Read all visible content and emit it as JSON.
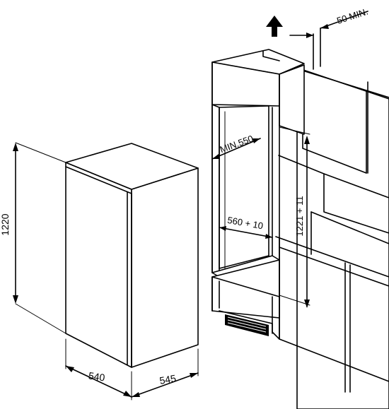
{
  "dimensions": {
    "fridge_height": "1220",
    "fridge_width": "540",
    "fridge_depth": "545",
    "niche_min_depth": "MIN.550",
    "niche_width": "560 + 10",
    "niche_height": "1221 + 11",
    "vent_gap": "50  MIN."
  },
  "icons": {
    "airflow": "up-arrow-icon",
    "vent_grille": "vent-grille-icon"
  }
}
